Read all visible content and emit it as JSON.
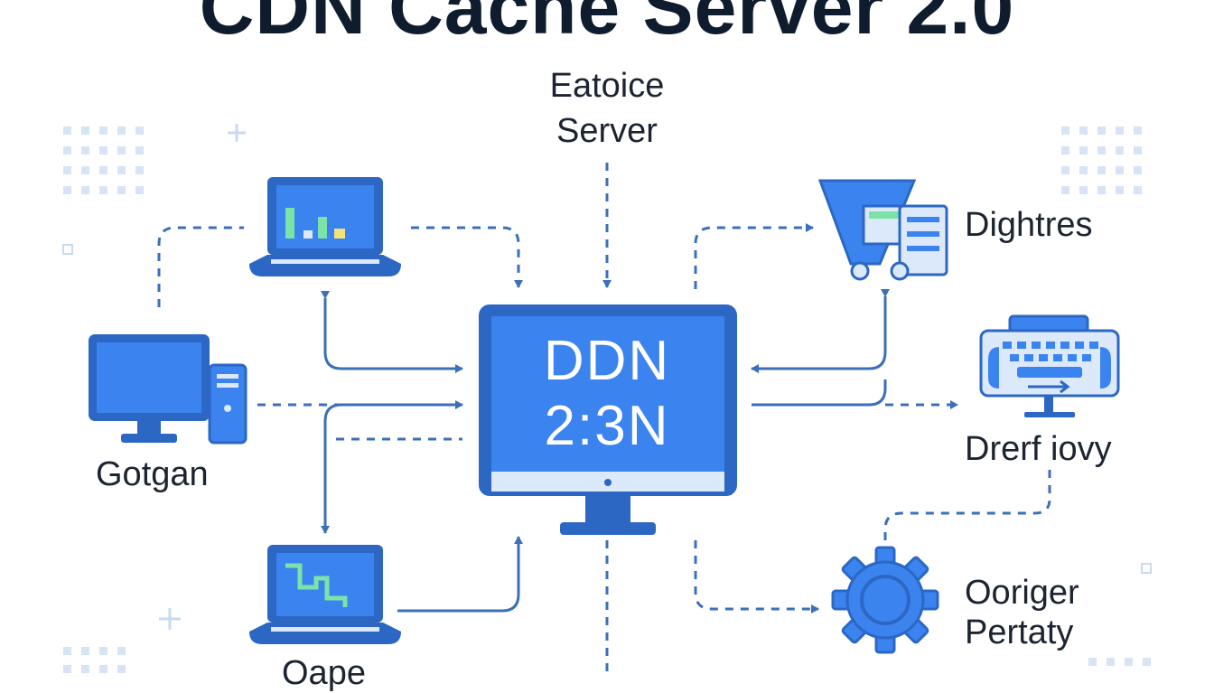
{
  "diagram": {
    "title": "CDN Cache Server 2.0",
    "top_node": {
      "line1": "Eatoice",
      "line2": "Server"
    },
    "center_node": {
      "line1": "DDN",
      "line2": "2:3N"
    },
    "left_node": {
      "label": "Gotgan"
    },
    "bottom_left_node": {
      "label": "Oape"
    },
    "right_top_node": {
      "label": "Dightres"
    },
    "right_mid_node": {
      "label": "Drerf iovy"
    },
    "right_bottom_node": {
      "line1": "Ooriger",
      "line2": "Pertaty"
    }
  },
  "colors": {
    "line": "#3b6fb8",
    "device_dark": "#2c67c4",
    "screen": "#3b83ee",
    "screen_light": "#dbe9fb",
    "accent_green": "#7be3a8",
    "accent_yellow": "#f3e27a",
    "decor": "#d6e4f6"
  },
  "icons": [
    "laptop-icon",
    "desktop-pc-icon",
    "server-monitor-icon",
    "shopping-cart-icon",
    "keyboard-terminal-icon",
    "gear-icon"
  ]
}
